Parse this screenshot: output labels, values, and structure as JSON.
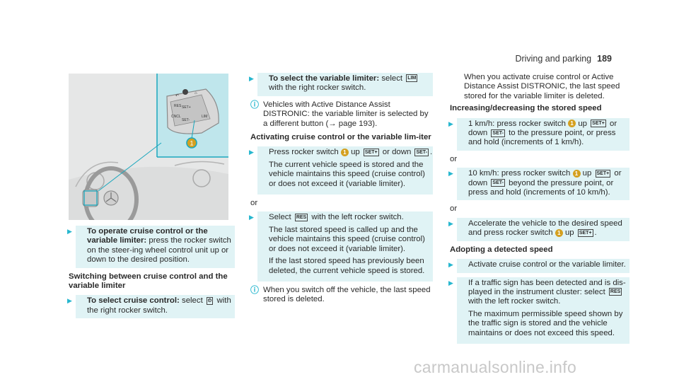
{
  "header": {
    "section": "Driving and parking",
    "page": "189"
  },
  "figure": {
    "callout": "1",
    "keys": {
      "set_plus": "SET+",
      "set_minus": "SET-",
      "cnc": "CNCL",
      "lim": "LIM",
      "res": "RES"
    }
  },
  "col1": {
    "step1_bold": "To operate cruise control or the variable limiter:",
    "step1_text": " press the rocker switch on the steer-ing wheel control unit up or down to the desired position.",
    "heading": "Switching between cruise control and the variable limiter",
    "step2_bold": "To select cruise control:",
    "step2_pre": " select ",
    "step2_icon": "speedometer-icon",
    "step2_post": " with the right rocker switch."
  },
  "col2": {
    "step1_bold": "To select the variable limiter:",
    "step1_pre": " select ",
    "step1_key": "LIM",
    "step1_post": " with the right rocker switch.",
    "note1": "Vehicles with Active Distance Assist DISTRONIC: the variable limiter is selected by a different button (→ page 193).",
    "heading": "Activating cruise control or the variable lim-iter",
    "step2_pre": "Press rocker switch ",
    "step2_mid": " up ",
    "step2_or": " or down ",
    "step2_after": ".",
    "step2_text": "The current vehicle speed is stored and the vehicle maintains this speed (cruise control) or does not exceed it (variable limiter).",
    "or1": "or",
    "step3_pre": "Select ",
    "step3_post": " with the left rocker switch.",
    "step3_text1": "The last stored speed is called up and the vehicle maintains this speed (cruise control) or does not exceed it (variable limiter).",
    "step3_text2": "If the last stored speed has previously been deleted, the current vehicle speed is stored.",
    "note2": "When you switch off the vehicle, the last speed stored is deleted."
  },
  "col3": {
    "intro": "When you activate cruise control or Active Distance Assist DISTRONIC, the last speed stored for the variable limiter is deleted.",
    "heading1": "Increasing/decreasing the stored speed",
    "step1_pre": "1 km/h: press rocker switch ",
    "step1_mid": " up ",
    "step1_or": " or down ",
    "step1_post": " to the pressure point, or press and hold (increments of 1 km/h).",
    "or1": "or",
    "step2_pre": "10 km/h: press rocker switch ",
    "step2_mid": " up ",
    "step2_or": " or down ",
    "step2_post": " beyond the pressure point, or press and hold (increments of 10 km/h).",
    "or2": "or",
    "step3_pre": "Accelerate the vehicle to the desired speed and press rocker switch ",
    "step3_mid": " up ",
    "step3_post": ".",
    "heading2": "Adopting a detected speed",
    "step4": "Activate cruise control or the variable limiter.",
    "step5_pre": "If a traffic sign has been detected and is dis-played in the instrument cluster: select ",
    "step5_post": " with the left rocker switch.",
    "step5_text": "The maximum permissible speed shown by the traffic sign is stored and the vehicle maintains or does not exceed this speed."
  },
  "watermark": "carmanualsonline.info"
}
